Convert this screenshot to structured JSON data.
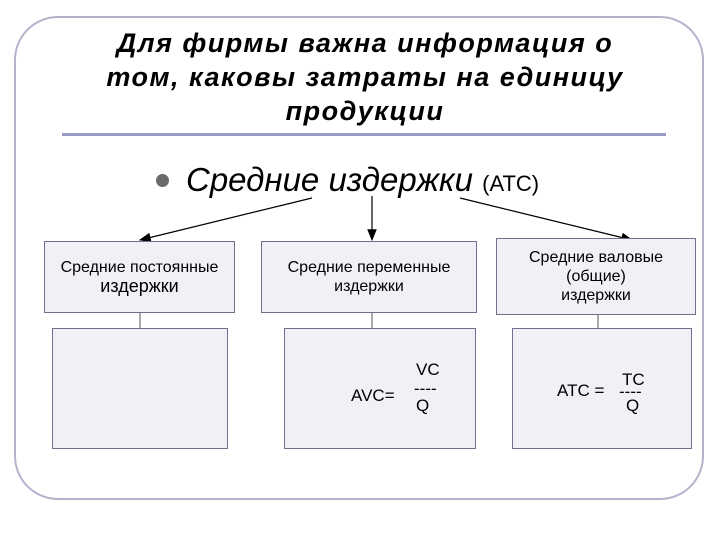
{
  "title": {
    "line1": "Для фирмы важна информация о",
    "line2": "том, каковы затраты на единицу",
    "line3": "продукции"
  },
  "heading": {
    "text": "Средние издержки",
    "abbr": "(АТС)"
  },
  "boxes": {
    "fixed": {
      "line1": "Средние постоянные",
      "line2": "издержки"
    },
    "variable": {
      "line1": "Средние переменные",
      "line2": "издержки"
    },
    "total": {
      "line1": "Средние валовые",
      "line2": "(общие)",
      "line3": "издержки"
    }
  },
  "formulas": {
    "avc": {
      "lhs": "AVC=",
      "num": "VC",
      "bar": "----",
      "den": "Q"
    },
    "atc": {
      "lhs": "ATC =",
      "num": "TC",
      "bar": "----",
      "den": "Q"
    }
  },
  "colors": {
    "frame": "#b3b3cc",
    "rule": "#9a9ac4",
    "box_fill": "#f0f0f6",
    "box_border": "#6f6f8f"
  }
}
